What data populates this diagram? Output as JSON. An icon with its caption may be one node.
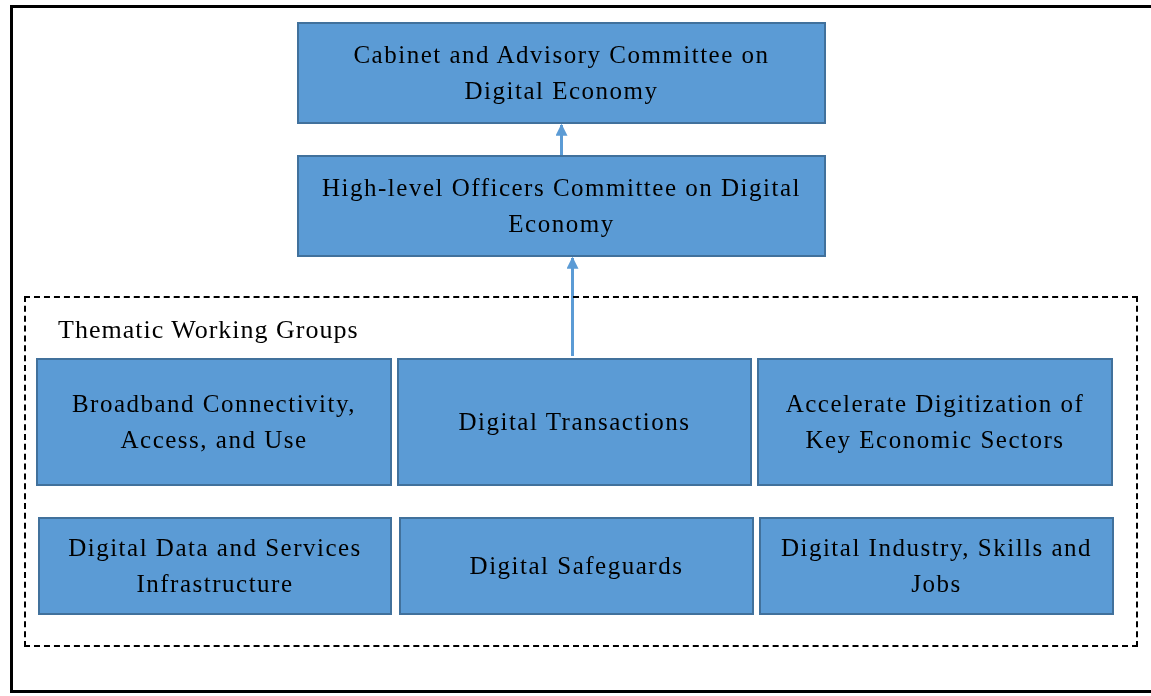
{
  "diagram": {
    "nodes": [
      {
        "text": [
          "Cabinet and Advisory Committee on Digital Economy"
        ]
      },
      {
        "text": [
          "High-level Officers Committee on Digital Economy"
        ]
      },
      {
        "text": [
          "Thematic Working Groups"
        ]
      },
      {
        "text": [
          "Broadband Connectivity, Access, and Use"
        ],
        "in": 2
      },
      {
        "text": [
          "Digital Transactions"
        ],
        "in": 2
      },
      {
        "text": [
          "Accelerate Digitization of Key Economic Sectors"
        ],
        "in": 2
      },
      {
        "text": [
          "Digital Data and Services Infrastructure"
        ],
        "in": 2
      },
      {
        "text": [
          "Digital Safeguards"
        ],
        "in": 2
      },
      {
        "text": [
          "Digital Industry, Skills and Jobs"
        ],
        "in": 2
      }
    ],
    "edges": [
      {
        "from": 1,
        "to": 0,
        "arrow": "to"
      },
      {
        "from": 4,
        "to": 1,
        "arrow": "to"
      }
    ]
  }
}
